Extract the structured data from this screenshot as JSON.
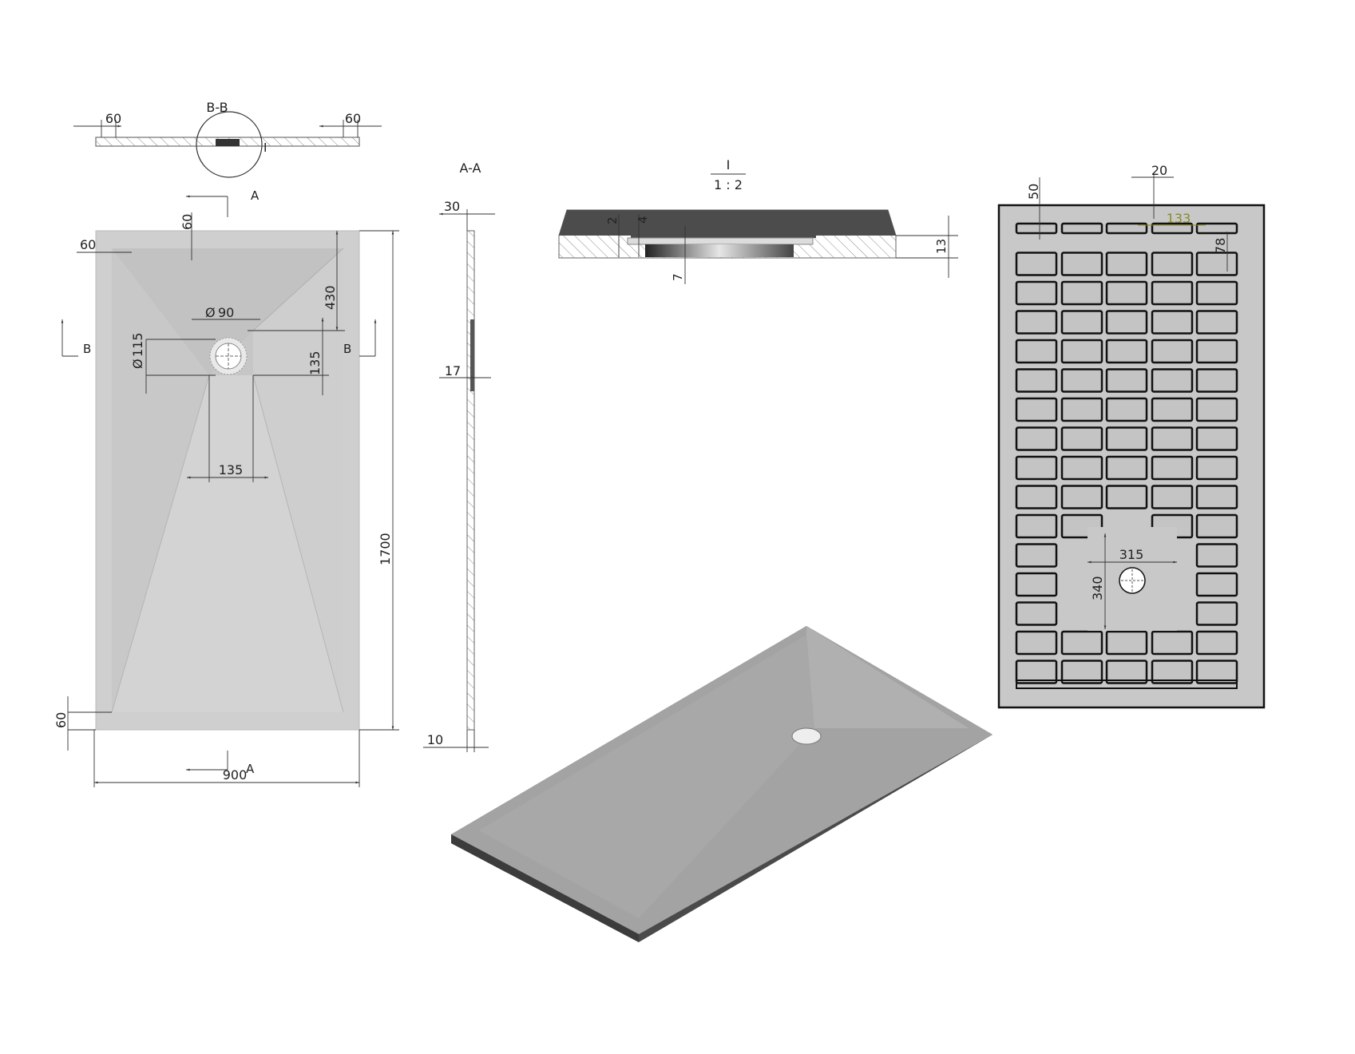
{
  "colors": {
    "tray_surface": "#cdcdcd",
    "tray_inner": "#c2c2c2",
    "tray_light": "#d6d6d6",
    "tray_side": "#4a4a4a",
    "grid_cell": "#c4c4c4",
    "grid_line": "#111111",
    "dimension_line": "#333333",
    "highlight_dim": "#8a8a2a"
  },
  "icons": {
    "arrow": "view-direction-arrow",
    "drain": "drain-hole"
  },
  "section_bb": {
    "title": "B-B",
    "dim_left": "60",
    "dim_right": "60",
    "detail_marker": "I"
  },
  "top_view": {
    "section_a_top": "A",
    "section_a_bottom": "A",
    "section_b_left": "B",
    "section_b_right": "B",
    "dim_top_border": "60",
    "dim_left_border": "60",
    "dim_bottom_border": "60",
    "dim_drain_diameter": "90",
    "dim_drain_outer": "115",
    "dim_diameter_prefix": "Ø",
    "dim_430": "430",
    "dim_135_vertical": "135",
    "dim_135_horizontal": "135",
    "dim_length": "1700",
    "dim_width": "900"
  },
  "section_aa": {
    "title": "A-A",
    "dim_30": "30",
    "dim_17": "17",
    "dim_10": "10"
  },
  "detail_i": {
    "title": "I",
    "scale": "1 : 2",
    "dim_2": "2",
    "dim_4": "4",
    "dim_7": "7",
    "dim_13": "13"
  },
  "bottom_view": {
    "dim_50": "50",
    "dim_20": "20",
    "dim_133": "133",
    "dim_78": "78",
    "dim_315": "315",
    "dim_340": "340"
  }
}
